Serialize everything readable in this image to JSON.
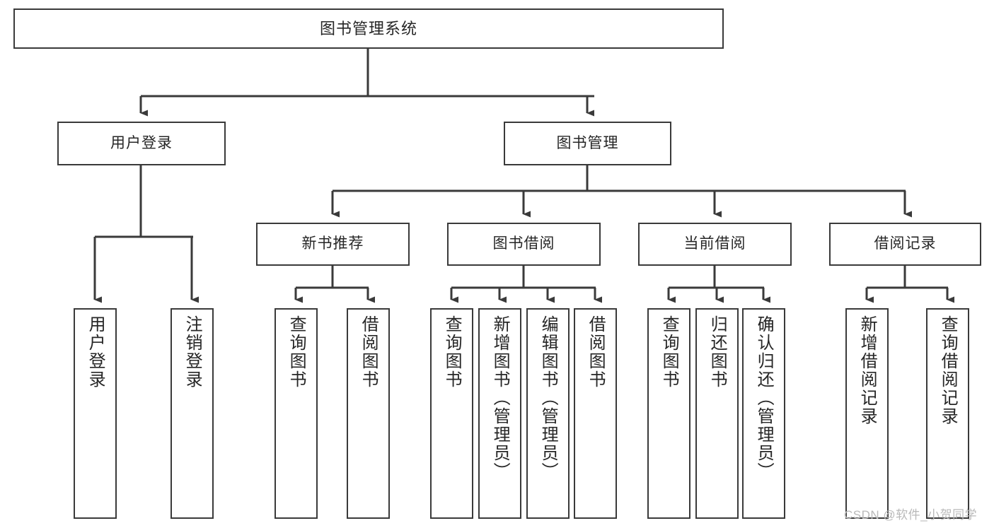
{
  "diagram": {
    "type": "tree",
    "title": "图书管理系统",
    "orientation": "top-down",
    "colors": {
      "box_border": "#3a3a3a",
      "box_fill": "#ffffff",
      "connector": "#3a3a3a",
      "text": "#262626",
      "watermark": "#b9b9b9",
      "background": "#ffffff"
    },
    "root": {
      "id": "root",
      "label": "图书管理系统"
    },
    "level2": [
      {
        "id": "user-login",
        "label": "用户登录"
      },
      {
        "id": "book-manage",
        "label": "图书管理"
      }
    ],
    "level3": [
      {
        "id": "new-book-recommend",
        "label": "新书推荐",
        "parent": "book-manage"
      },
      {
        "id": "book-borrow",
        "label": "图书借阅",
        "parent": "book-manage"
      },
      {
        "id": "current-borrow",
        "label": "当前借阅",
        "parent": "book-manage"
      },
      {
        "id": "borrow-record",
        "label": "借阅记录",
        "parent": "book-manage"
      }
    ],
    "leaves": {
      "user-login": [
        {
          "id": "leaf-user-login",
          "label": "用户登录"
        },
        {
          "id": "leaf-logout-login",
          "label": "注销登录"
        }
      ],
      "new-book-recommend": [
        {
          "id": "leaf-query-book-1",
          "label": "查询图书"
        },
        {
          "id": "leaf-borrow-book-1",
          "label": "借阅图书"
        }
      ],
      "book-borrow": [
        {
          "id": "leaf-query-book-2",
          "label": "查询图书"
        },
        {
          "id": "leaf-add-book",
          "label": "新增图书（管理员）"
        },
        {
          "id": "leaf-edit-book",
          "label": "编辑图书（管理员）"
        },
        {
          "id": "leaf-borrow-book-2",
          "label": "借阅图书"
        }
      ],
      "current-borrow": [
        {
          "id": "leaf-query-book-3",
          "label": "查询图书"
        },
        {
          "id": "leaf-return-book",
          "label": "归还图书"
        },
        {
          "id": "leaf-confirm-return",
          "label": "确认归还（管理员）"
        }
      ],
      "borrow-record": [
        {
          "id": "leaf-add-record",
          "label": "新增借阅记录"
        },
        {
          "id": "leaf-query-record",
          "label": "查询借阅记录"
        }
      ]
    }
  },
  "watermark": {
    "text": "CSDN @软件_小贺同学"
  }
}
